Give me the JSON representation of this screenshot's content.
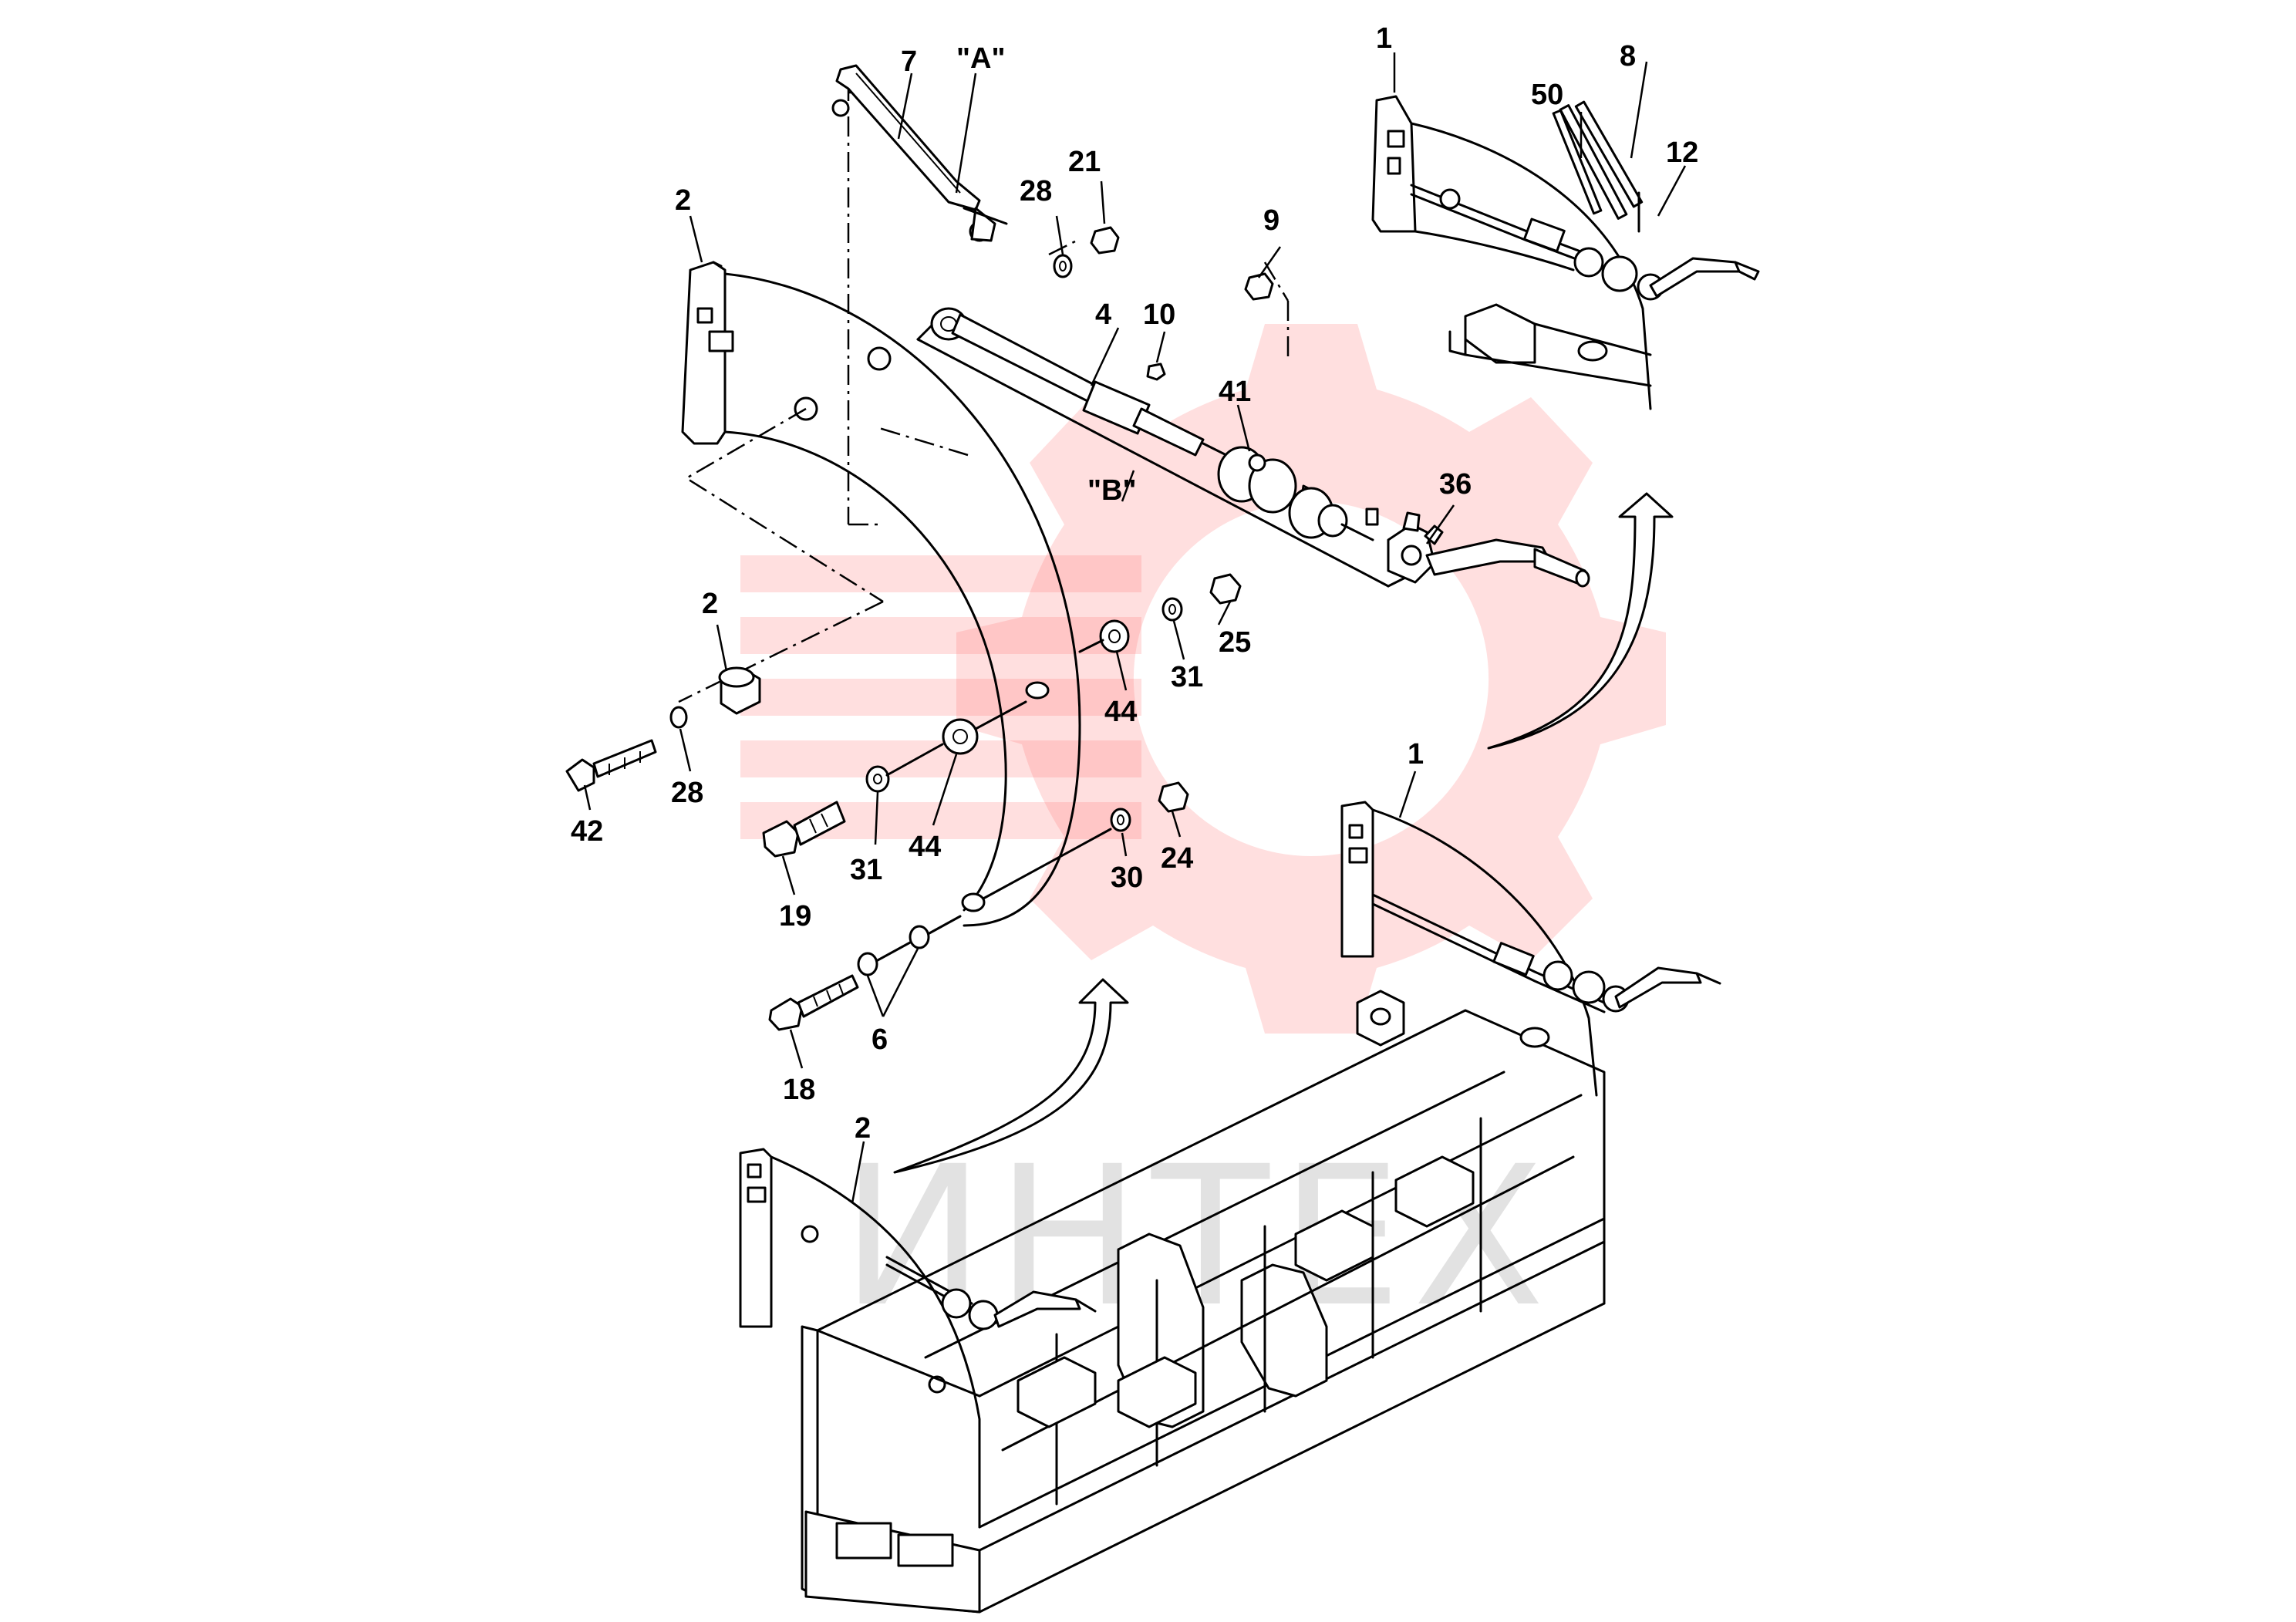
{
  "diagram": {
    "type": "exploded-parts-view",
    "view_labels": {
      "a": "\"A\"",
      "b": "\"B\""
    },
    "watermark_text": "ИНТЕХ",
    "colors": {
      "line": "#000000",
      "watermark": "#ff6f6f",
      "background": "#ffffff"
    },
    "callouts": {
      "c7": "7",
      "cA": "\"A\"",
      "c1_top": "1",
      "c8": "8",
      "c50": "50",
      "c12": "12",
      "c2_top": "2",
      "c28_top": "28",
      "c21": "21",
      "c9": "9",
      "c4": "4",
      "c10": "10",
      "c41": "41",
      "c36": "36",
      "cB": "\"B\"",
      "c2_mid": "2",
      "c25": "25",
      "c31_right": "31",
      "c44_right": "44",
      "c28_left": "28",
      "c42": "42",
      "c19": "19",
      "c31_left": "31",
      "c44_left": "44",
      "c30": "30",
      "c24": "24",
      "c6": "6",
      "c18": "18",
      "c1_bottom": "1",
      "c2_bottom": "2"
    }
  }
}
